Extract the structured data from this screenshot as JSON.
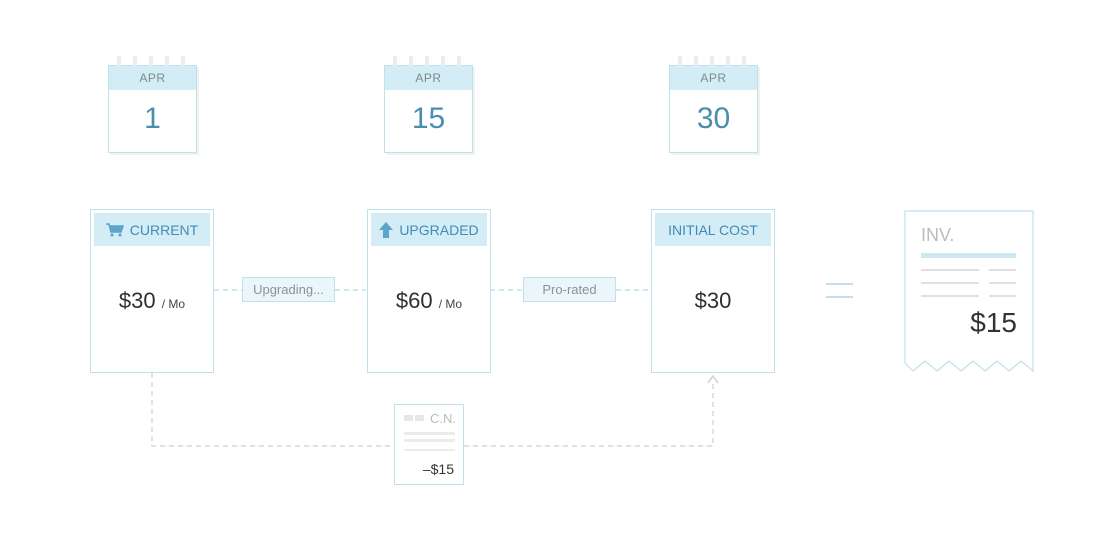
{
  "calendars": [
    {
      "month": "APR",
      "day": "1"
    },
    {
      "month": "APR",
      "day": "15"
    },
    {
      "month": "APR",
      "day": "30"
    }
  ],
  "cards": [
    {
      "title": "CURRENT",
      "price": "$30",
      "per": "/ Mo",
      "icon": "cart-icon"
    },
    {
      "title": "UPGRADED",
      "price": "$60",
      "per": "/ Mo",
      "icon": "arrow-up-icon"
    },
    {
      "title": "INITIAL COST",
      "price": "$30"
    }
  ],
  "connectors": {
    "upgrading": "Upgrading...",
    "prorated": "Pro-rated"
  },
  "invoice": {
    "label": "INV.",
    "total": "$15"
  },
  "credit_note": {
    "label": "C.N.",
    "amount": "–$15"
  },
  "colors": {
    "accent_fill": "#d3ecf5",
    "accent_line": "#bfe1ec",
    "accent_text": "#3f8db3"
  }
}
